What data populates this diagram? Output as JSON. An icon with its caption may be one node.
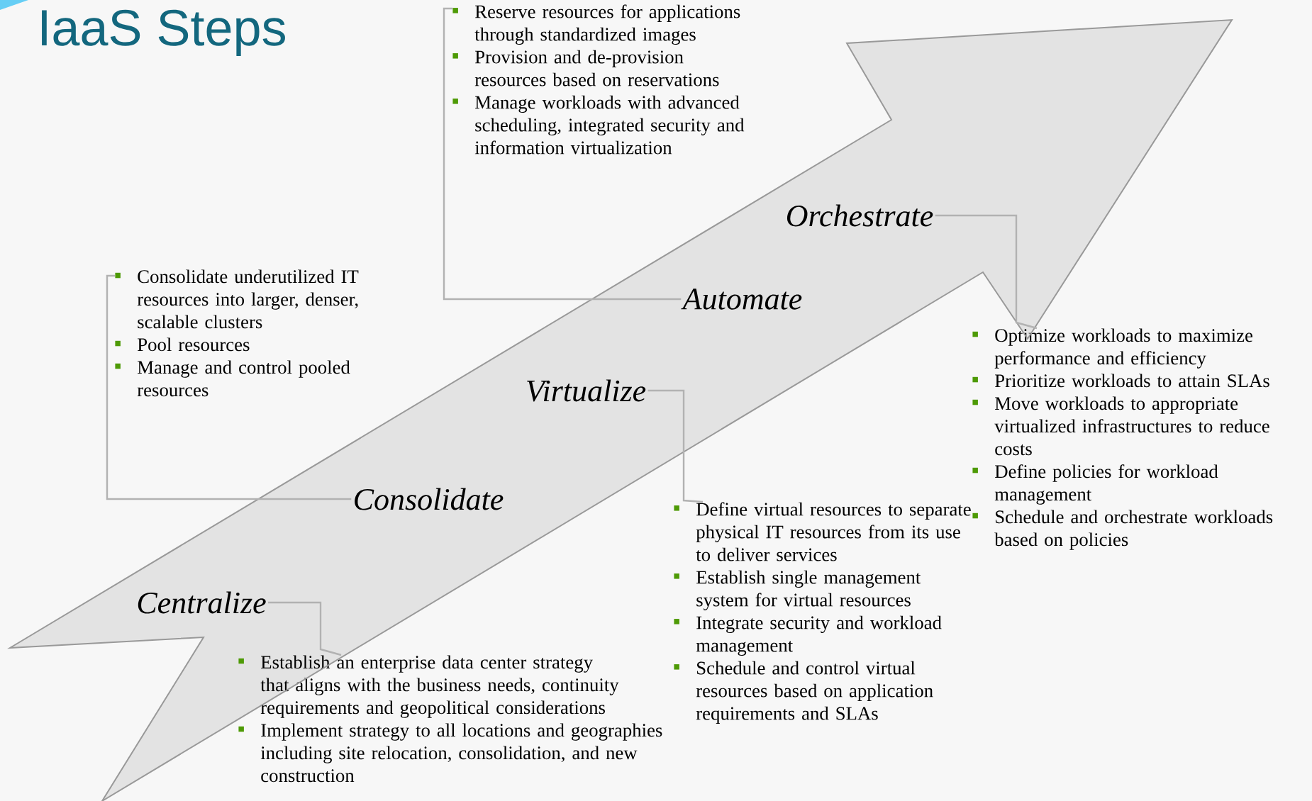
{
  "diagram": {
    "title": "IaaS Steps",
    "nodes": [
      {
        "text": [
          "Centralize"
        ]
      },
      {
        "text": [
          "Establish an enterprise data center strategy that aligns with the business needs, continuity requirements and geopolitical considerations",
          "Implement strategy to all locations and geographies including site relocation, consolidation, and new construction"
        ]
      },
      {
        "text": [
          "Consolidate"
        ]
      },
      {
        "text": [
          "Consolidate underutilized IT resources into larger, denser, scalable clusters",
          "Pool resources",
          "Manage and control pooled resources"
        ]
      },
      {
        "text": [
          "Virtualize"
        ]
      },
      {
        "text": [
          "Define virtual resources to separate physical IT resources from its use to deliver services",
          "Establish single management system for virtual resources",
          "Integrate security and workload management",
          "Schedule and control virtual resources based on application requirements and SLAs"
        ]
      },
      {
        "text": [
          "Automate"
        ]
      },
      {
        "text": [
          "Reserve resources for applications through standardized images",
          "Provision and de-provision resources based on reservations",
          "Manage workloads with advanced scheduling, integrated security and information virtualization"
        ]
      },
      {
        "text": [
          "Orchestrate"
        ]
      },
      {
        "text": [
          "Optimize workloads to maximize performance and efficiency",
          "Prioritize workloads to attain SLAs",
          "Move workloads to appropriate virtualized infrastructures to reduce costs",
          "Define policies for workload management",
          "Schedule and orchestrate workloads based on policies"
        ]
      }
    ],
    "edges": [
      {
        "from": 0,
        "to": 8,
        "arrow": "to",
        "style": "thick"
      },
      {
        "from": 0,
        "to": 1,
        "arrow": "none"
      },
      {
        "from": 2,
        "to": 3,
        "arrow": "none"
      },
      {
        "from": 4,
        "to": 5,
        "arrow": "none"
      },
      {
        "from": 6,
        "to": 7,
        "arrow": "none"
      },
      {
        "from": 8,
        "to": 9,
        "arrow": "none"
      }
    ]
  }
}
